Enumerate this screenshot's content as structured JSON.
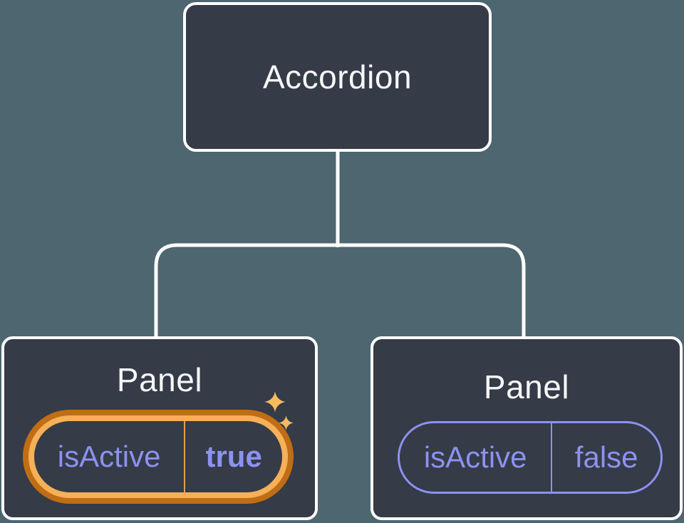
{
  "diagram": {
    "type": "component-tree",
    "background_color": "#4d6670",
    "node_fill_color": "#353b47",
    "node_border_color": "#ffffff",
    "connector_color": "#ffffff",
    "title_text_color": "#f6f7f9",
    "state_text_color": "#8c92f0",
    "highlight_colors": {
      "outer_ring": "#c06d15",
      "inner_ring": "#f6b058",
      "divider": "#e2a049",
      "sparkle": "#f8bb60"
    },
    "root": {
      "label": "Accordion"
    },
    "children": [
      {
        "label": "Panel",
        "state_name": "isActive",
        "state_value": "true",
        "highlighted": true
      },
      {
        "label": "Panel",
        "state_name": "isActive",
        "state_value": "false",
        "highlighted": false
      }
    ]
  }
}
